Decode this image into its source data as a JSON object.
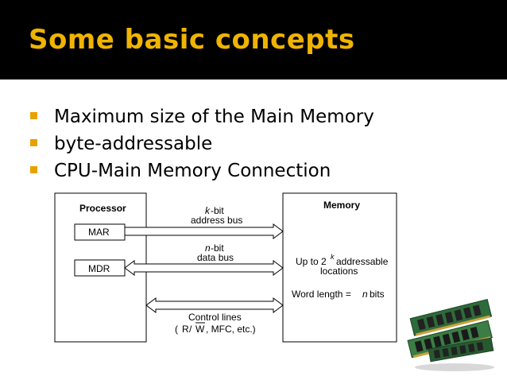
{
  "slide": {
    "title": "Some basic concepts",
    "bullets": [
      "Maximum size of the Main Memory",
      "byte-addressable",
      "CPU-Main Memory Connection"
    ]
  },
  "diagram": {
    "processor_label": "Processor",
    "memory_label": "Memory",
    "mar_label": "MAR",
    "mdr_label": "MDR",
    "address_bus_var": "k",
    "address_bus_bit": "-bit",
    "address_bus_label": "address bus",
    "data_bus_var": "n",
    "data_bus_bit": "-bit",
    "data_bus_label": "data bus",
    "control_lines_label": "Control lines",
    "control_paren_open": "(",
    "control_r": "R",
    "control_slash": "/",
    "control_w": "W",
    "control_rest": ", MFC, etc.)",
    "mem_upto": "Up to 2",
    "mem_exp": "k",
    "mem_addressable": "addressable",
    "mem_locations": "locations",
    "word_length": "Word length =",
    "word_n": "n",
    "word_bits": "bits"
  },
  "colors": {
    "title_bar": "#000000",
    "title_text": "#f0b400",
    "bullet_square": "#e8a200"
  },
  "image": {
    "icon": "memory-modules-icon"
  }
}
